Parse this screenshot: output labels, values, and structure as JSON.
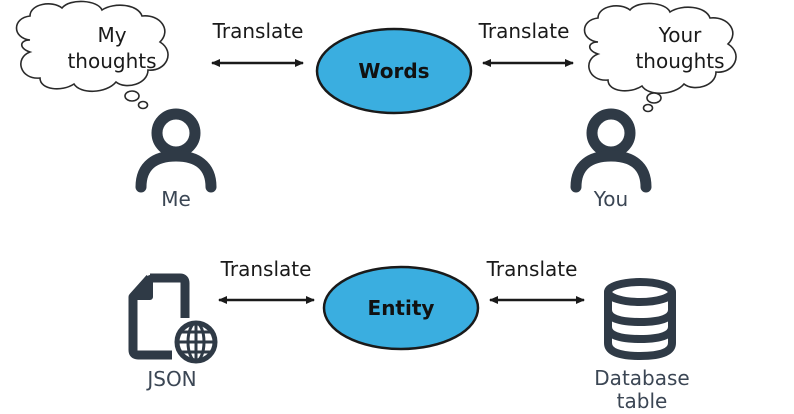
{
  "top_row": {
    "left_cloud": {
      "line1": "My",
      "line2": "thoughts"
    },
    "right_cloud": {
      "line1": "Your",
      "line2": "thoughts"
    },
    "center_node": "Words",
    "left_arrow_label": "Translate",
    "right_arrow_label": "Translate",
    "left_person_label": "Me",
    "right_person_label": "You"
  },
  "bottom_row": {
    "center_node": "Entity",
    "left_arrow_label": "Translate",
    "right_arrow_label": "Translate",
    "file_label": "JSON",
    "database_label_line1": "Database",
    "database_label_line2": "table"
  },
  "colors": {
    "node_fill": "#3aaee0",
    "node_stroke": "#1a1a1a",
    "icon_dark": "#2f3a46",
    "arrow": "#1a1a1a"
  },
  "icons": [
    "thought-cloud-icon",
    "person-icon",
    "file-globe-icon",
    "database-icon"
  ]
}
